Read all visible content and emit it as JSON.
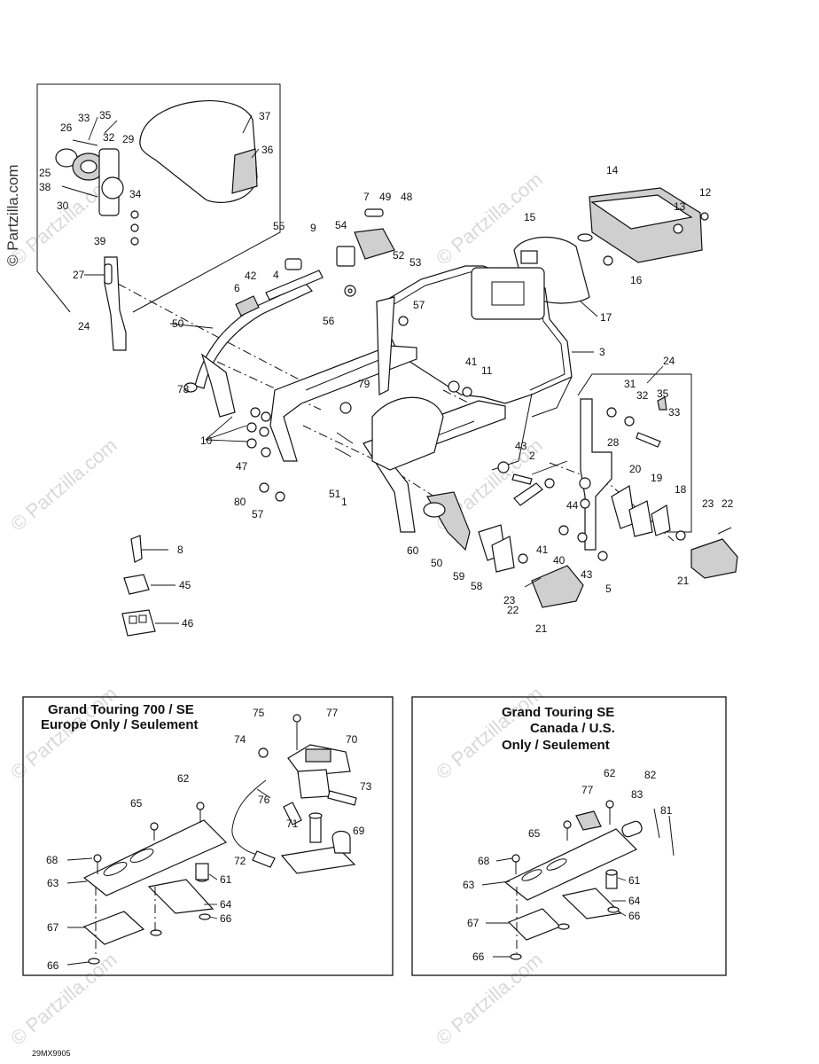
{
  "watermark": "© Partzilla.com",
  "drawing_code": "29MX9905",
  "boxes": {
    "europe": {
      "title_lines": [
        "Grand Touring 700 / SE",
        "Europe Only / Seulement"
      ]
    },
    "canada": {
      "title_lines": [
        "Grand Touring SE",
        "Canada / U.S.",
        "Only / Seulement"
      ]
    }
  },
  "callouts": [
    "1",
    "2",
    "3",
    "4",
    "5",
    "6",
    "7",
    "8",
    "9",
    "10",
    "11",
    "12",
    "13",
    "14",
    "15",
    "16",
    "17",
    "18",
    "19",
    "20",
    "21",
    "22",
    "23",
    "24",
    "25",
    "26",
    "27",
    "28",
    "29",
    "30",
    "31",
    "32",
    "33",
    "34",
    "35",
    "36",
    "37",
    "38",
    "39",
    "40",
    "41",
    "42",
    "43",
    "44",
    "45",
    "46",
    "47",
    "48",
    "49",
    "50",
    "51",
    "52",
    "53",
    "54",
    "55",
    "56",
    "57",
    "58",
    "59",
    "60",
    "61",
    "62",
    "63",
    "64",
    "65",
    "66",
    "67",
    "68",
    "69",
    "70",
    "71",
    "72",
    "73",
    "74",
    "75",
    "76",
    "77",
    "78",
    "79",
    "80",
    "81",
    "82",
    "83"
  ]
}
